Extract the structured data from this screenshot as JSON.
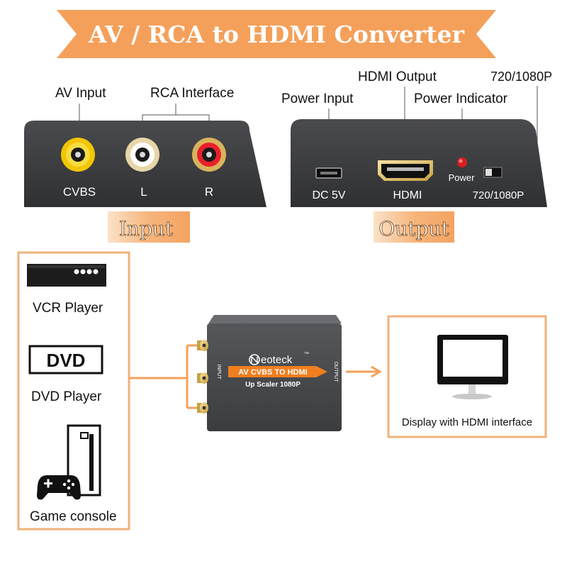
{
  "banner": {
    "title": "AV / RCA to HDMI Converter"
  },
  "input_panel": {
    "callouts": {
      "av_input": "AV Input",
      "rca_interface": "RCA Interface"
    },
    "ports": {
      "cvbs": "CVBS",
      "left": "L",
      "right": "R"
    },
    "tab_label": "Input"
  },
  "output_panel": {
    "callouts": {
      "hdmi_output": "HDMI Output",
      "switch_mode": "720/1080P",
      "power_input": "Power Input",
      "power_indicator": "Power Indicator"
    },
    "ports": {
      "dc": "DC 5V",
      "hdmi": "HDMI",
      "power": "Power",
      "switch": "720/1080P"
    },
    "tab_label": "Output"
  },
  "sources": {
    "vcr": "VCR Player",
    "dvd_logo": "DVD",
    "dvd": "DVD Player",
    "game": "Game console"
  },
  "converter": {
    "brand": "eoteck",
    "line1": "AV CVBS TO HDMI",
    "line2": "Up Scaler 1080P",
    "input_side": "INPUT",
    "output_side": "OUTPUT"
  },
  "display": {
    "label": "Display with HDMI interface"
  },
  "colors": {
    "accent_orange": "#f5a05a",
    "box_border": "#f0b27a",
    "panel": "#3a3b3d",
    "rca_yellow": "#f2c500",
    "rca_red": "#e8202a",
    "led_red": "#d81f1f"
  }
}
